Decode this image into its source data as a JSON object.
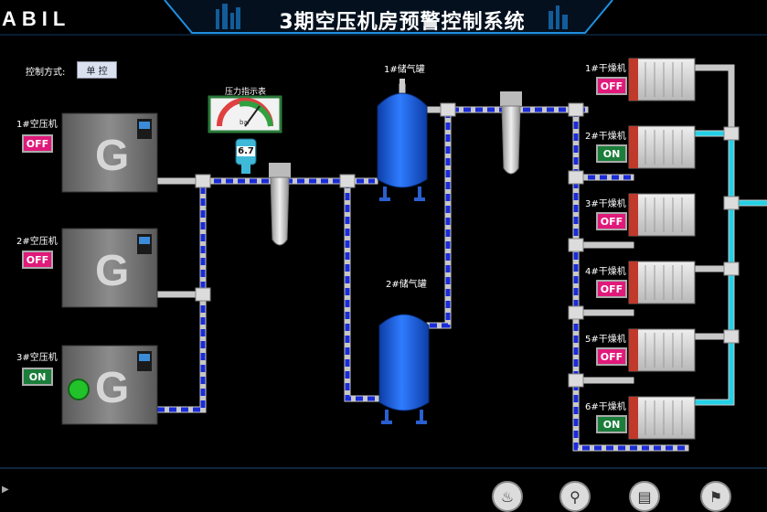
{
  "header": {
    "logo_text": "ABIL",
    "title": "3期空压机房预警控制系统"
  },
  "control": {
    "label": "控制方式:",
    "value": "单 控"
  },
  "gauge": {
    "label": "压力指示表",
    "reading": "6.7",
    "unit": "bar"
  },
  "compressors": [
    {
      "label": "1#空压机",
      "state": "OFF"
    },
    {
      "label": "2#空压机",
      "state": "OFF"
    },
    {
      "label": "3#空压机",
      "state": "ON"
    }
  ],
  "tanks": [
    {
      "label": "1#储气罐"
    },
    {
      "label": "2#储气罐"
    }
  ],
  "dryers": [
    {
      "label": "1#干燥机",
      "state": "OFF"
    },
    {
      "label": "2#干燥机",
      "state": "ON"
    },
    {
      "label": "3#干燥机",
      "state": "OFF"
    },
    {
      "label": "4#干燥机",
      "state": "OFF"
    },
    {
      "label": "5#干燥机",
      "state": "OFF"
    },
    {
      "label": "6#干燥机",
      "state": "ON"
    }
  ],
  "footer_icons": [
    "heater-icon",
    "valve-icon",
    "panel-icon",
    "extinguisher-icon"
  ],
  "colors": {
    "pipe_active": "#1a2bd8",
    "pipe_cyan": "#23d1e6",
    "tank": "#1c5fd6",
    "off": "#e0197a",
    "on": "#1b7d3a"
  }
}
